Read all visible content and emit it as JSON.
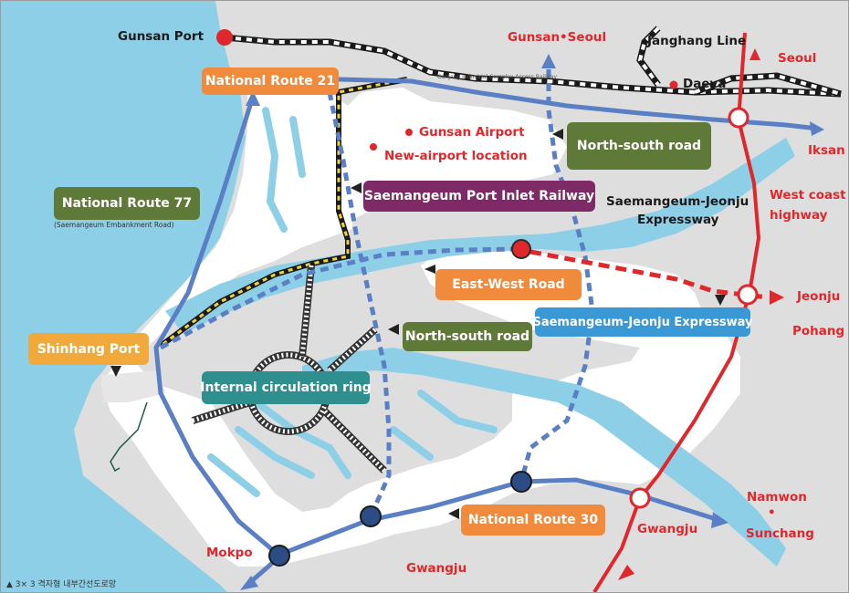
{
  "labels": {
    "gunsan_port": "Gunsan Port",
    "gunsan_seoul": "Gunsan•Seoul",
    "janghang_line": "Janghang Line",
    "seoul": "Seoul",
    "daeya": "Daeya",
    "iksan": "Iksan",
    "gunsan_airport": "Gunsan Airport",
    "new_airport": "New-airport location",
    "railway_small": "Gunjang Industrial Complex Access Railway",
    "expressway_black_1": "Saemangeum-Jeonju",
    "expressway_black_2": "Expressway",
    "west_coast_1": "West coast",
    "west_coast_2": "highway",
    "jeonju": "Jeonju",
    "pohang": "Pohang",
    "nr77_sub": "(Saemangeum Embankment Road)",
    "namwon": "Namwon",
    "dot": "•",
    "sunchang": "Sunchang",
    "gwangju_right": "Gwangju",
    "gwangju_bottom": "Gwangju",
    "mokpo": "Mokpo"
  },
  "boxes": {
    "national_route_21": "National Route 21",
    "north_south_road_top": "North-south road",
    "national_route_77": "National Route 77",
    "port_inlet_railway": "Saemangeum Port Inlet Railway",
    "east_west_road": "East-West Road",
    "expressway_box": "Saemangeum-Jeonju Expressway",
    "north_south_road_mid": "North-south road",
    "shinhang_port": "Shinhang Port",
    "internal_ring": "Internal circulation ring",
    "national_route_30": "National Route 30"
  },
  "caption": "▲ 3× 3 격자형 내부간선도로망",
  "colors": {
    "sea": "#8ecfe8",
    "land": "#dcdcdc",
    "reclaimed": "#ffffff",
    "road_blue": "#5b7fc4",
    "rail_red": "#e0272b",
    "orange": "#f08a3c",
    "green": "#5f7a38",
    "purple": "#7e2a66",
    "teal": "#2f8f8f",
    "blue_box": "#3a98d4",
    "yellow_box": "#f0a93a"
  }
}
